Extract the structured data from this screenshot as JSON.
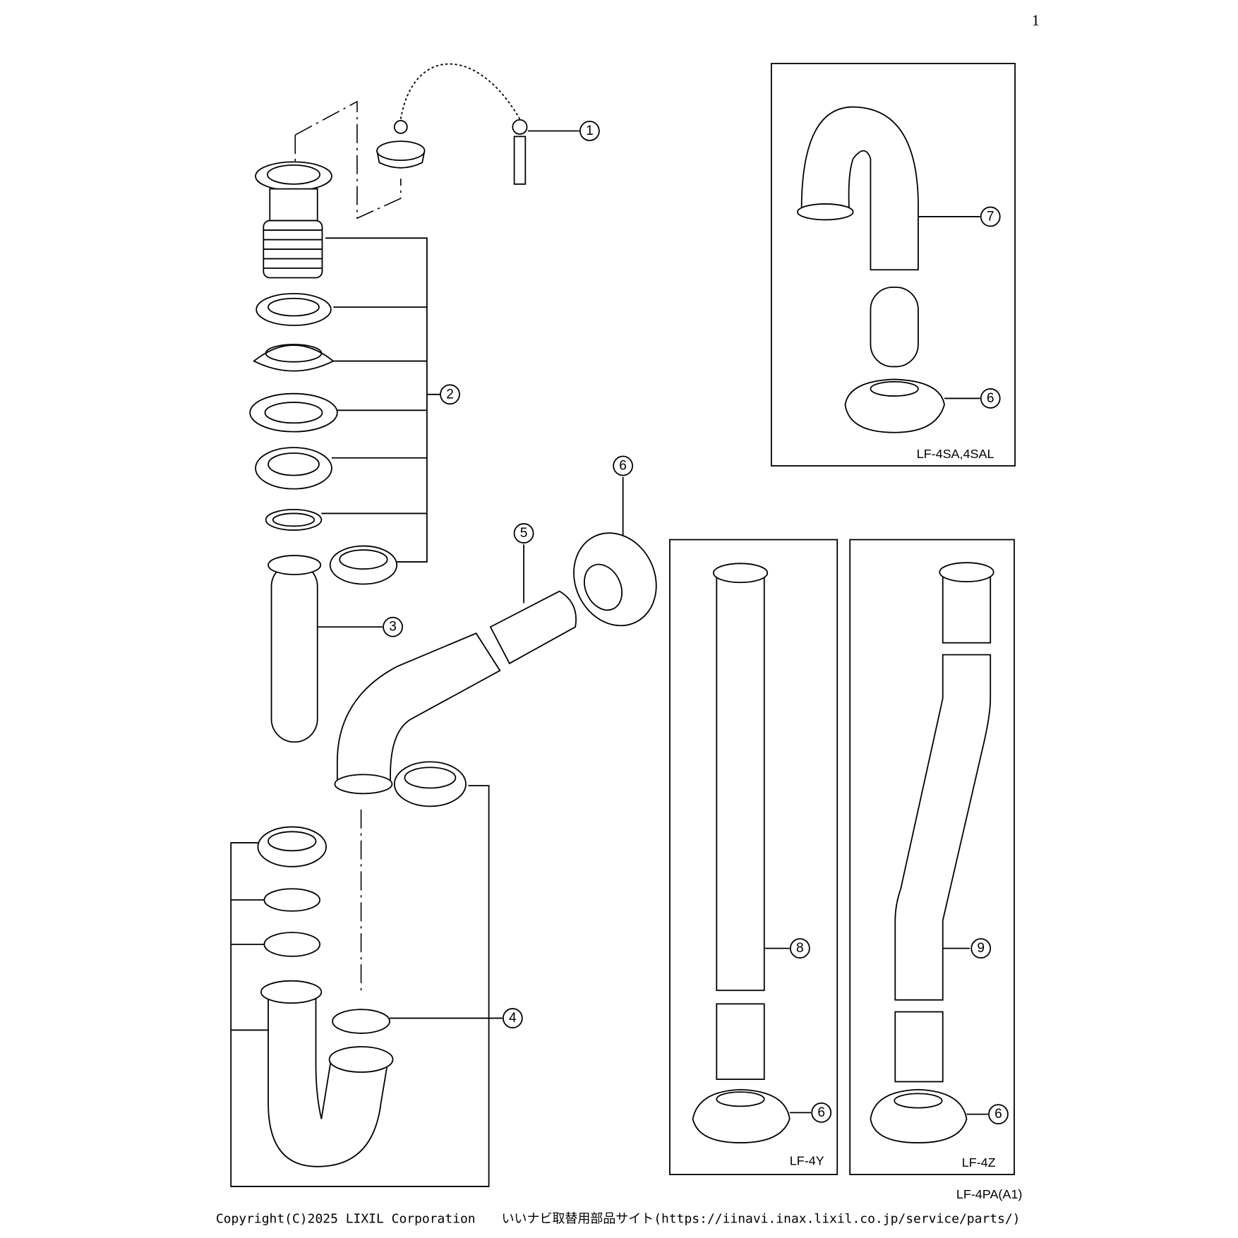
{
  "page_number": "1",
  "callouts": [
    "1",
    "2",
    "3",
    "4",
    "5",
    "6",
    "6",
    "6",
    "6",
    "7",
    "8",
    "9"
  ],
  "variants": {
    "sa": "LF-4SA,4SAL",
    "y": "LF-4Y",
    "z": "LF-4Z"
  },
  "model": "LF-4PA(A1)",
  "footer": {
    "copyright": "Copyright(C)2025 LIXIL Corporation",
    "site": "いいナビ取替用部品サイト(https://iinavi.inax.lixil.co.jp/service/parts/)"
  }
}
